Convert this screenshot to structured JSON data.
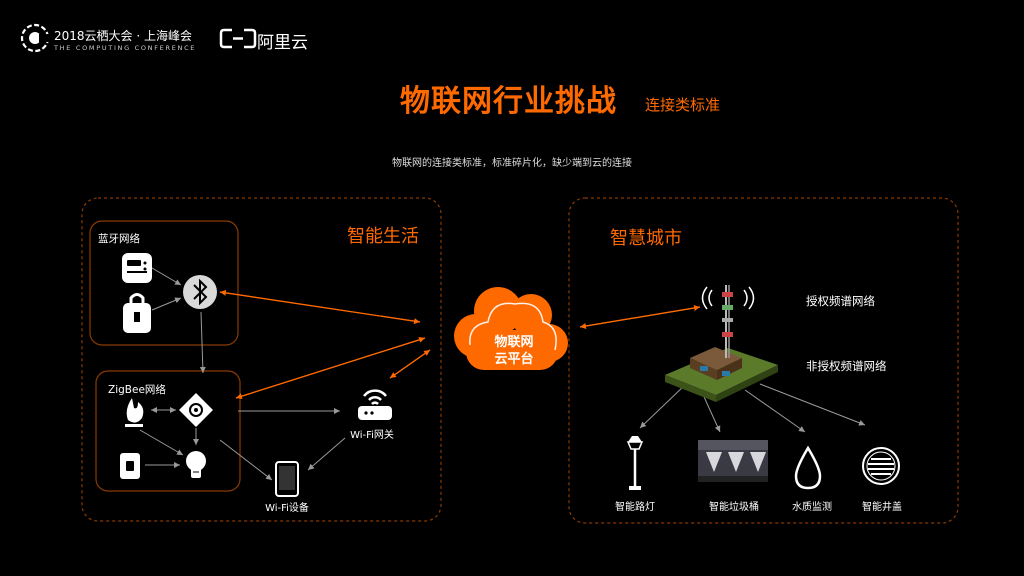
{
  "header": {
    "event_line1": "2018云栖大会 · 上海峰会",
    "event_line2": "THE COMPUTING CONFERENCE",
    "aliyun": "阿里云"
  },
  "title": "物联网行业挑战",
  "subtitle": "连接类标准",
  "description": "物联网的连接类标准，标准碎片化，缺少端到云的连接",
  "smart_life": {
    "title": "智能生活",
    "bluetooth_group": "蓝牙网络",
    "zigbee_group": "ZigBee网络",
    "wifi_gateway": "Wi-Fi网关",
    "wifi_device": "Wi-Fi设备"
  },
  "cloud": {
    "line1": "物联网",
    "line2": "云平台"
  },
  "smart_city": {
    "title": "智慧城市",
    "licensed": "授权频谱网络",
    "unlicensed": "非授权频谱网络",
    "devices": [
      "智能路灯",
      "智能垃圾桶",
      "水质监测",
      "智能井盖"
    ]
  },
  "colors": {
    "accent": "#ff6a00",
    "dashed_border": "#8a3a00"
  }
}
